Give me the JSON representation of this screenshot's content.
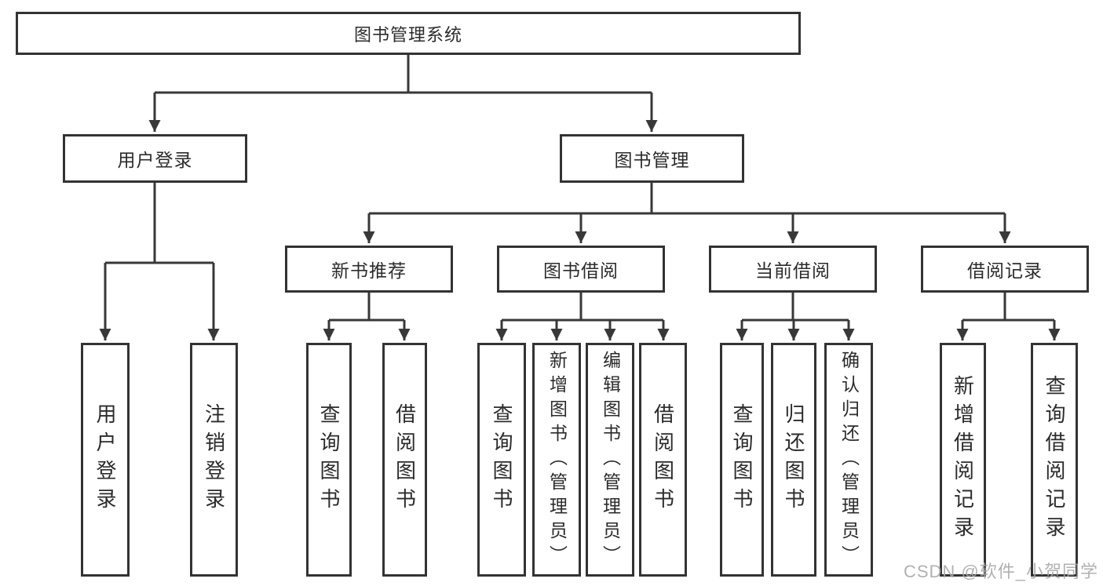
{
  "tree": {
    "root": {
      "label": "图书管理系统"
    },
    "children": [
      {
        "label": "用户登录",
        "children": [
          {
            "label": "用户登录"
          },
          {
            "label": "注销登录"
          }
        ]
      },
      {
        "label": "图书管理",
        "children": [
          {
            "label": "新书推荐",
            "children": [
              {
                "label": "查询图书"
              },
              {
                "label": "借阅图书"
              }
            ]
          },
          {
            "label": "图书借阅",
            "children": [
              {
                "label": "查询图书"
              },
              {
                "label": "新增图书（管理员）"
              },
              {
                "label": "编辑图书（管理员）"
              },
              {
                "label": "借阅图书"
              }
            ]
          },
          {
            "label": "当前借阅",
            "children": [
              {
                "label": "查询图书"
              },
              {
                "label": "归还图书"
              },
              {
                "label": "确认归还（管理员）"
              }
            ]
          },
          {
            "label": "借阅记录",
            "children": [
              {
                "label": "新增借阅记录"
              },
              {
                "label": "查询借阅记录"
              }
            ]
          }
        ]
      }
    ]
  },
  "watermark": "CSDN @软件_小贺同学",
  "colors": {
    "line": "#383838",
    "border": "#333333",
    "text": "#2b2b2b",
    "watermark": "#a9a9a9",
    "background": "#ffffff"
  }
}
